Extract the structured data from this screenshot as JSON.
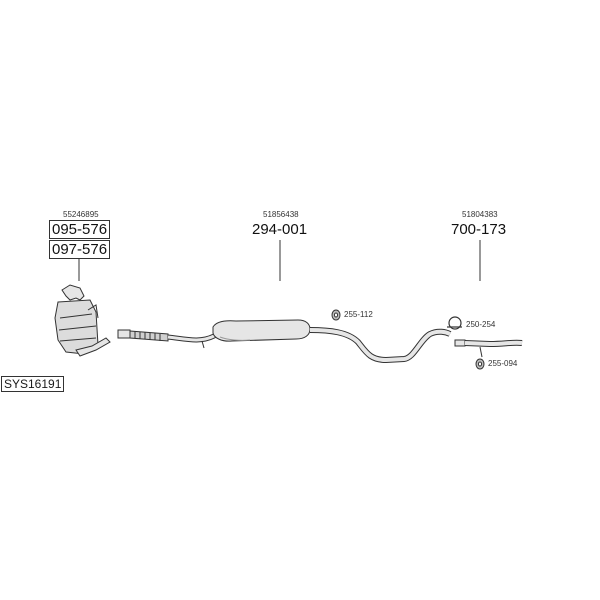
{
  "system_code": "SYS16191",
  "groups": [
    {
      "oem": "55246895",
      "parts": [
        "095-576",
        "097-576"
      ]
    },
    {
      "oem": "51856438",
      "parts": [
        "294-001"
      ]
    },
    {
      "oem": "51804383",
      "parts": [
        "700-173"
      ]
    }
  ],
  "small_parts": [
    "255-112",
    "250-254",
    "255-094"
  ],
  "colors": {
    "line": "#333333",
    "part_fill": "#e6e6e6",
    "part_shade": "#bdbdbd"
  }
}
